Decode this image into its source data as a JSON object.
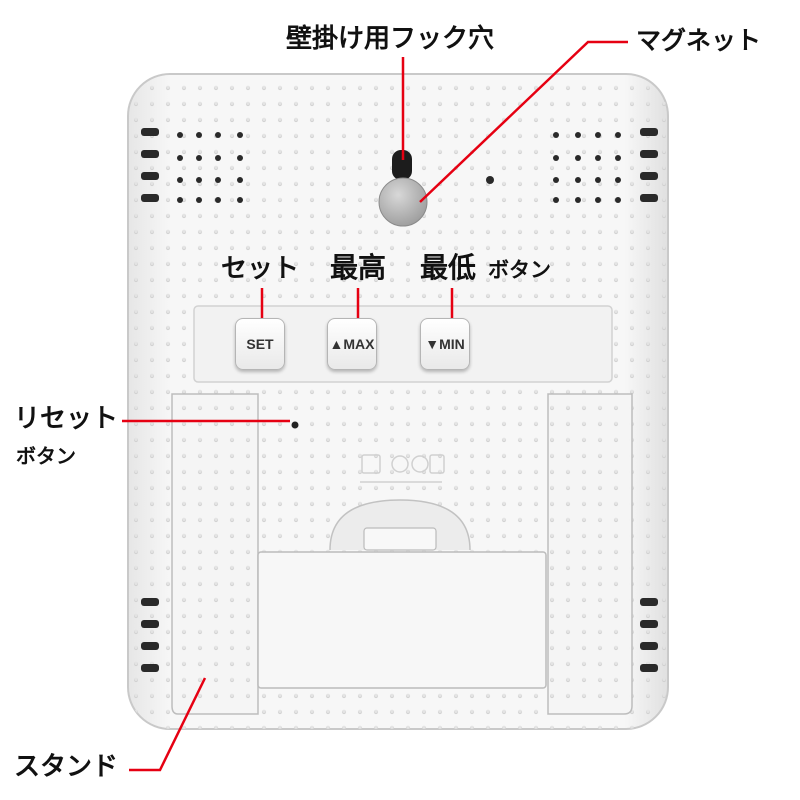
{
  "callouts": {
    "hook_hole": "壁掛け用フック穴",
    "magnet": "マグネット",
    "set": "セット",
    "max": "最高",
    "min": "最低",
    "button_suffix": "ボタン",
    "reset_line1": "リセット",
    "reset_line2": "ボタン",
    "stand": "スタンド"
  },
  "device_buttons": {
    "set": "SET",
    "max": "▲MAX",
    "min": "▼MIN"
  },
  "colors": {
    "callout_line": "#e60012",
    "device_body": "#f4f4f4",
    "text": "#111111"
  }
}
